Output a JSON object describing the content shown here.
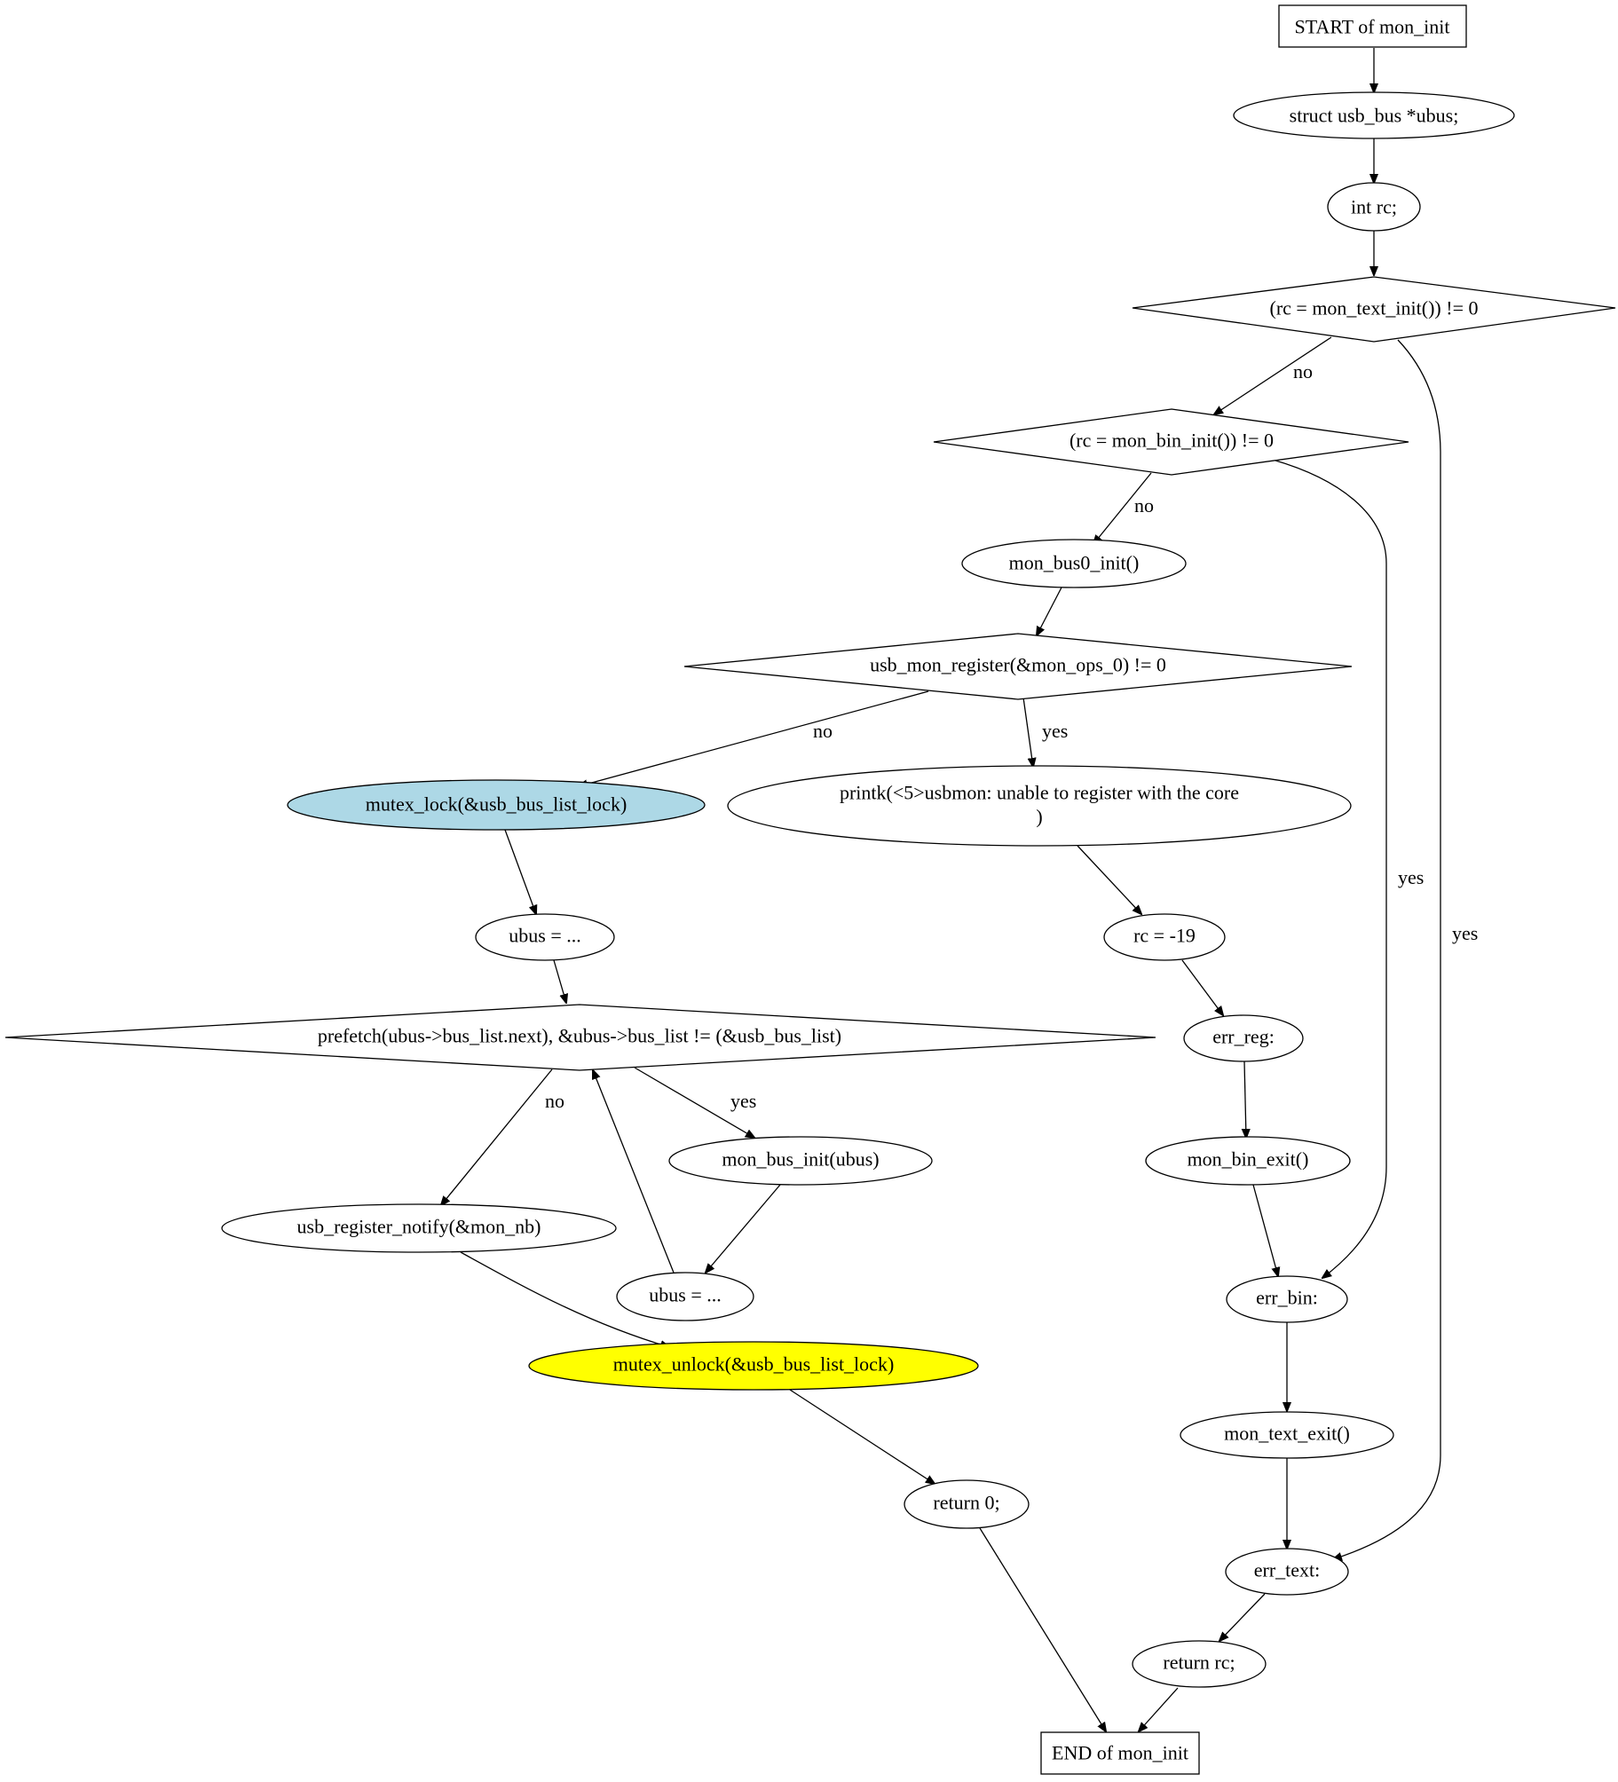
{
  "colors": {
    "default_fill": "#ffffff",
    "mutex_lock_fill": "#add8e6",
    "mutex_unlock_fill": "#ffff00",
    "stroke": "#000000"
  },
  "nodes": {
    "start": "START of mon_init",
    "decl_ubus": "struct usb_bus *ubus;",
    "decl_rc": "int rc;",
    "cond_text_init": "(rc = mon_text_init()) != 0",
    "cond_bin_init": "(rc = mon_bin_init()) != 0",
    "mon_bus0_init": "mon_bus0_init()",
    "cond_register": "usb_mon_register(&mon_ops_0) != 0",
    "mutex_lock": "mutex_lock(&usb_bus_list_lock)",
    "printk_line1": "printk(<5>usbmon: unable to register with the core",
    "printk_line2": ")",
    "ubus_assign_1": "ubus = ...",
    "rc_neg19": "rc = -19",
    "cond_prefetch": "prefetch(ubus->bus_list.next), &ubus->bus_list != (&usb_bus_list)",
    "err_reg": "err_reg:",
    "mon_bus_init": "mon_bus_init(ubus)",
    "mon_bin_exit": "mon_bin_exit()",
    "usb_register_notify": "usb_register_notify(&mon_nb)",
    "ubus_assign_2": "ubus = ...",
    "err_bin": "err_bin:",
    "mutex_unlock": "mutex_unlock(&usb_bus_list_lock)",
    "mon_text_exit": "mon_text_exit()",
    "return_0": "return 0;",
    "err_text": "err_text:",
    "return_rc": "return rc;",
    "end": "END of mon_init"
  },
  "edge_labels": {
    "text_no": "no",
    "text_yes": "yes",
    "bin_no": "no",
    "bin_yes": "yes",
    "register_no": "no",
    "register_yes": "yes",
    "prefetch_no": "no",
    "prefetch_yes": "yes"
  }
}
